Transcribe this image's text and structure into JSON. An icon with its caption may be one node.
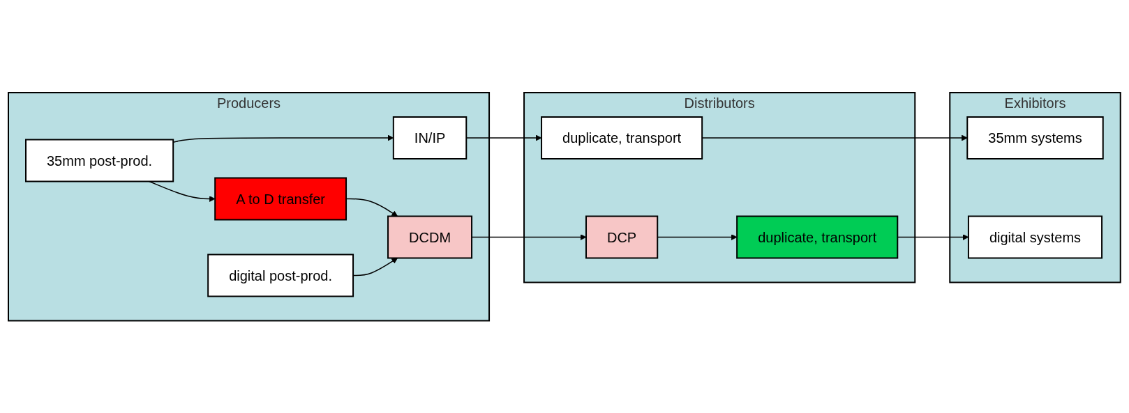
{
  "diagram": {
    "nodes": [
      {
        "text": [
          "Producers"
        ]
      },
      {
        "text": [
          "35mm post-prod."
        ],
        "in": 0
      },
      {
        "text": [
          "IN/IP"
        ],
        "in": 0
      },
      {
        "text": [
          "A to D transfer"
        ],
        "in": 0
      },
      {
        "text": [
          "digital post-prod."
        ],
        "in": 0
      },
      {
        "text": [
          "DCDM"
        ],
        "in": 0
      },
      {
        "text": [
          "Distributors"
        ]
      },
      {
        "text": [
          "duplicate, transport"
        ],
        "in": 6
      },
      {
        "text": [
          "DCP"
        ],
        "in": 6
      },
      {
        "text": [
          "duplicate, transport"
        ],
        "in": 6
      },
      {
        "text": [
          "Exhibitors"
        ]
      },
      {
        "text": [
          "35mm systems"
        ],
        "in": 10
      },
      {
        "text": [
          "digital systems"
        ],
        "in": 10
      }
    ],
    "edges": [
      {
        "from": 1,
        "to": 2,
        "arrow": "to"
      },
      {
        "from": 1,
        "to": 3,
        "arrow": "to"
      },
      {
        "from": 3,
        "to": 5,
        "arrow": "to"
      },
      {
        "from": 4,
        "to": 5,
        "arrow": "to"
      },
      {
        "from": 2,
        "to": 7,
        "arrow": "to"
      },
      {
        "from": 7,
        "to": 11,
        "arrow": "to"
      },
      {
        "from": 5,
        "to": 8,
        "arrow": "to"
      },
      {
        "from": 8,
        "to": 9,
        "arrow": "to"
      },
      {
        "from": 9,
        "to": 12,
        "arrow": "to"
      }
    ]
  }
}
